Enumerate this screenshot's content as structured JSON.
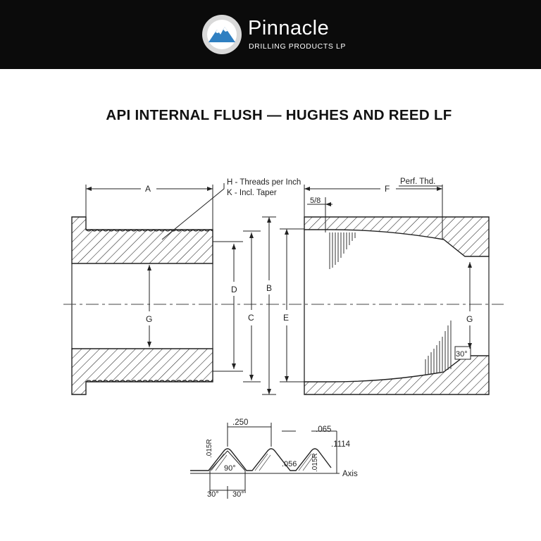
{
  "header": {
    "brand_name": "Pinnacle",
    "brand_sub": "DRILLING PRODUCTS LP",
    "background": "#0b0b0b",
    "logo_color": "#2f7fc1"
  },
  "title": "API INTERNAL FLUSH — HUGHES AND REED LF",
  "diagram": {
    "labels": {
      "a": "A",
      "b": "B",
      "c": "C",
      "d": "D",
      "e": "E",
      "f": "F",
      "g_left": "G",
      "g_right": "G",
      "threads": "H - Threads per Inch",
      "taper": "K - Incl. Taper",
      "perf": "Perf. Thd.",
      "five_eighths": "5/8",
      "angle_30_box": "30°"
    },
    "thread_profile": {
      "pitch": ".250",
      "flat_top": ".065",
      "depth": ".1114",
      "flat_root": ".056",
      "radius_left": ".015R",
      "radius_right": ".015R",
      "angle_90": "90°",
      "angle_30_left": "30°",
      "angle_30_right": "30°",
      "axis": "Axis"
    }
  }
}
